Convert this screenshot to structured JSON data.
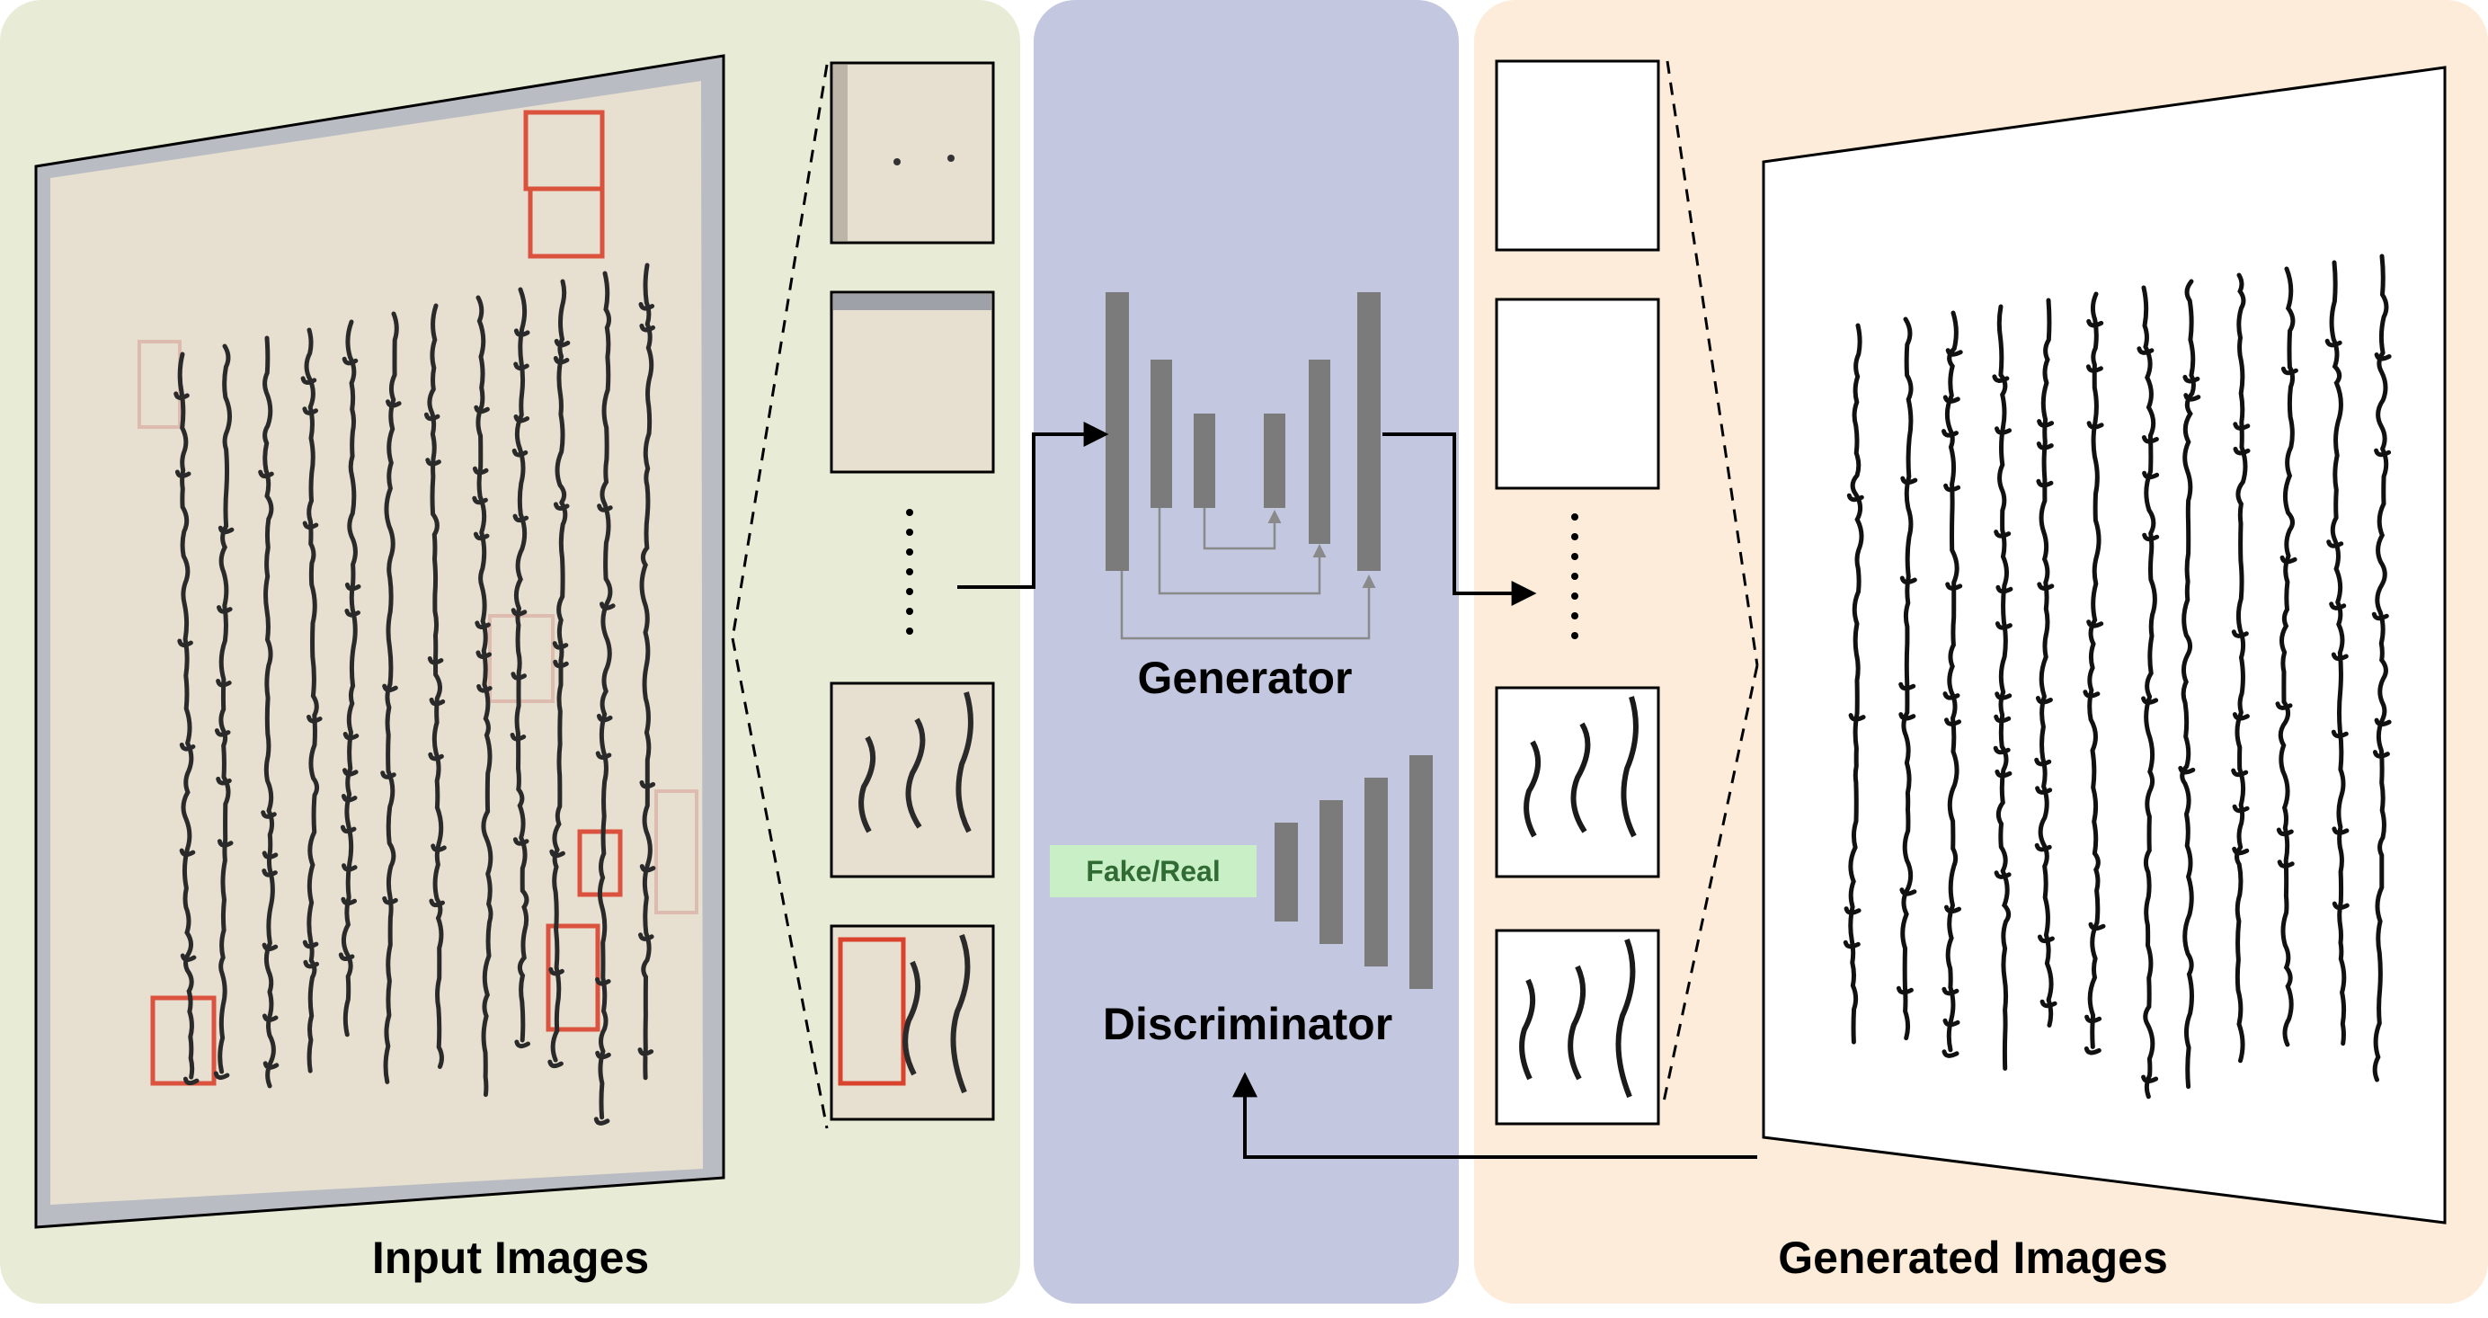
{
  "panels": {
    "input": {
      "caption": "Input Images",
      "color": "#e8ecd6"
    },
    "model": {
      "color": "#c3c7df",
      "generator_label": "Generator",
      "discriminator_label": "Discriminator",
      "output_badge": "Fake/Real",
      "badge_color": "#c9efc6"
    },
    "output": {
      "caption": "Generated Images",
      "color": "#fcecd9"
    }
  },
  "colors": {
    "network_block": "#7b7b7b",
    "paper": "#e7dfcf",
    "ink": "#2a2a2a",
    "seal": "#d9422d"
  },
  "icons": [
    "manuscript-page",
    "image-patch",
    "unet-generator",
    "patch-discriminator",
    "ellipsis-dots"
  ]
}
